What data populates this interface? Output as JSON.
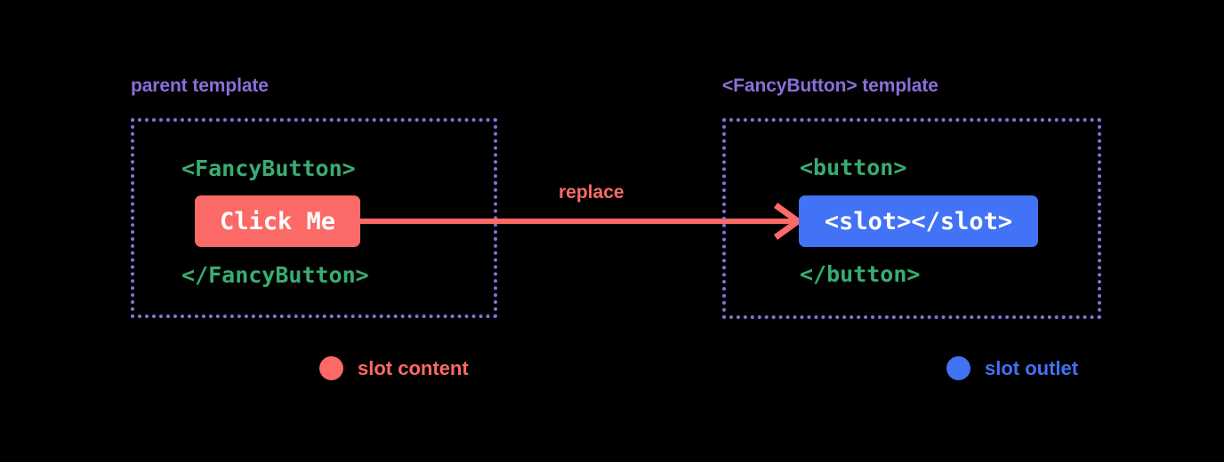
{
  "diagram": {
    "background_color": "#000000",
    "title_absent": true,
    "panels": [
      {
        "id": "parent",
        "label": "parent template",
        "label_color": "#8b6fd9",
        "border_style": "dotted",
        "border_color": "#8b6fd9",
        "lines": [
          {
            "kind": "tag",
            "text": "<FancyButton>",
            "color": "#3aac72"
          },
          {
            "kind": "chip",
            "text": "Click Me",
            "background": "#fb6a66",
            "text_color": "#ffffff"
          },
          {
            "kind": "tag",
            "text": "</FancyButton>",
            "color": "#3aac72"
          }
        ]
      },
      {
        "id": "fancybutton",
        "label": "<FancyButton> template",
        "label_color": "#8b6fd9",
        "border_style": "dotted",
        "border_color": "#8b6fd9",
        "lines": [
          {
            "kind": "tag",
            "text": "<button>",
            "color": "#3aac72"
          },
          {
            "kind": "chip",
            "text": "<slot></slot>",
            "background": "#4272f5",
            "text_color": "#ffffff"
          },
          {
            "kind": "tag",
            "text": "</button>",
            "color": "#3aac72"
          }
        ]
      }
    ],
    "arrow": {
      "label": "replace",
      "color": "#fb6a66",
      "direction": "left-to-right",
      "head": "chevron"
    },
    "legend": [
      {
        "id": "slot-content",
        "label": "slot content",
        "color": "#fb6a66"
      },
      {
        "id": "slot-outlet",
        "label": "slot outlet",
        "color": "#4272f5"
      }
    ]
  }
}
